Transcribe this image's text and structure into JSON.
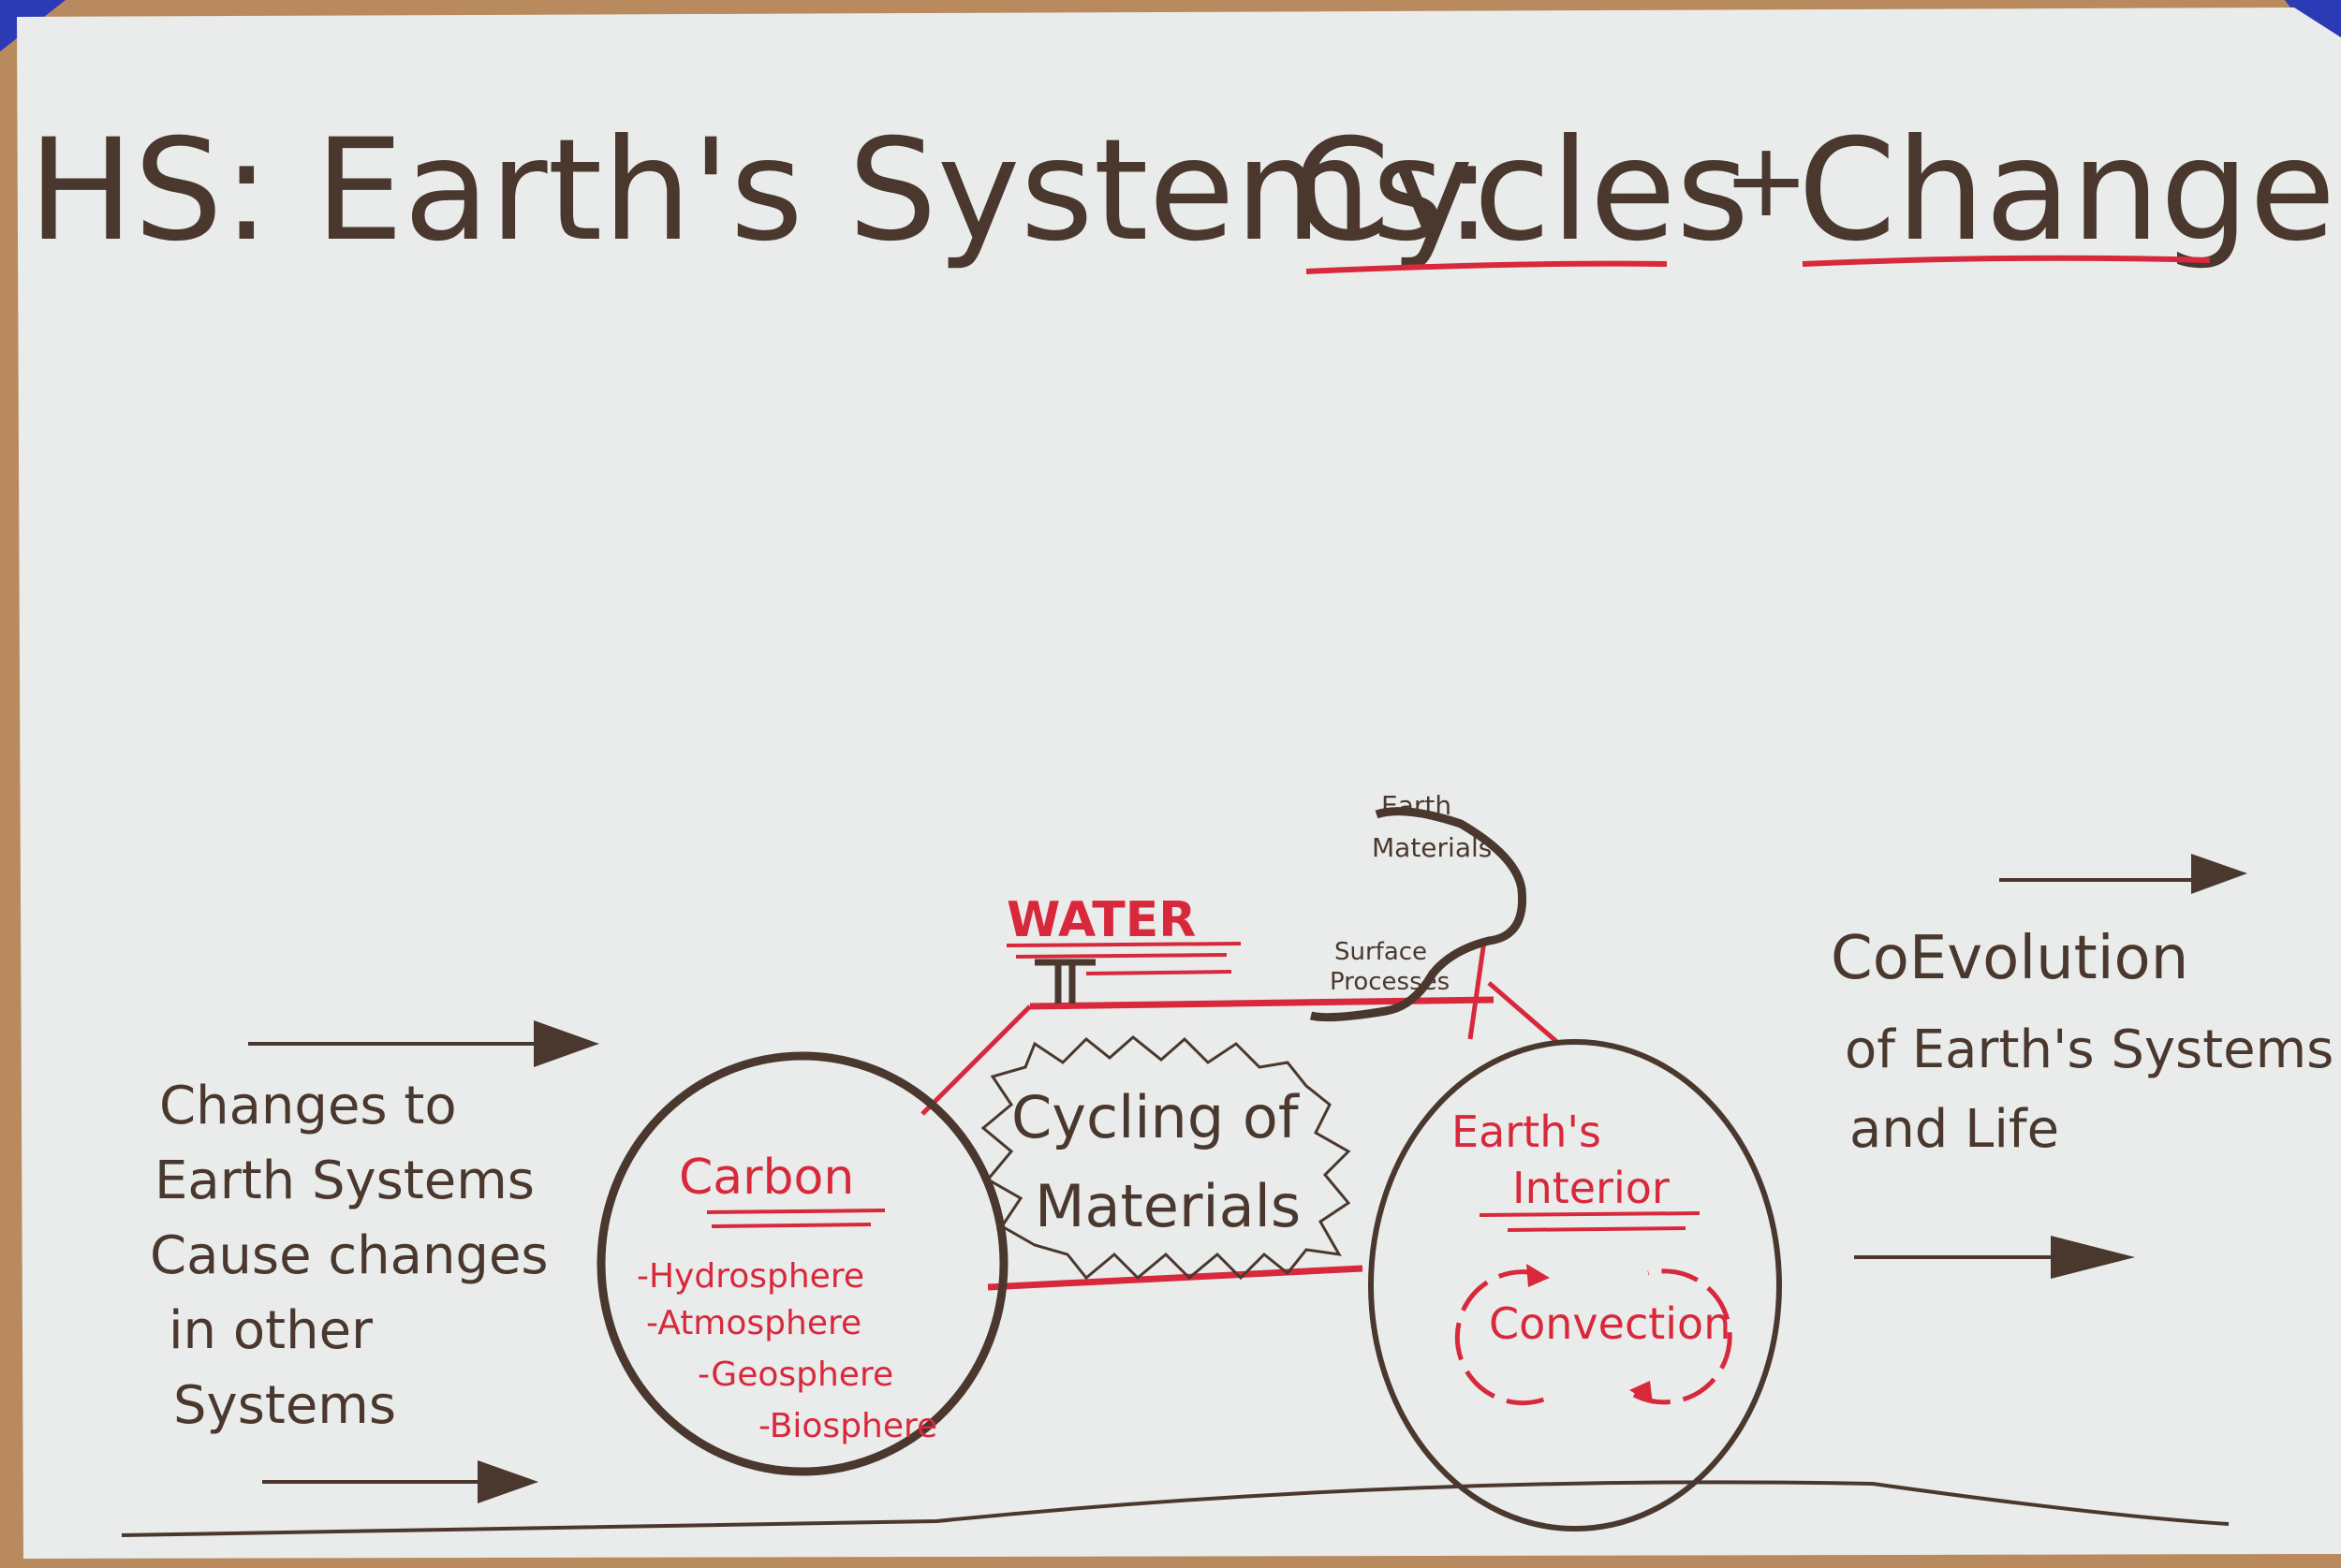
{
  "title": {
    "prefix": "HS: Earth's Systems:",
    "word1": "Cycles",
    "joiner": "+",
    "word2": "Changes"
  },
  "left_note": {
    "lines": [
      "Changes to",
      "Earth Systems",
      "Cause changes",
      "in other",
      "Systems"
    ]
  },
  "right_note": {
    "lines": [
      "CoEvolution",
      "of Earth's Systems",
      "and Life"
    ]
  },
  "bicycle": {
    "seat_top": [
      "Earth",
      "Materials"
    ],
    "seat_post": [
      "Surface",
      "Processes"
    ],
    "handlebar_label": "WATER",
    "frame_center": [
      "Cycling of",
      "Materials"
    ],
    "back_wheel": {
      "title": "Carbon",
      "items": [
        "-Hydrosphere",
        "-Atmosphere",
        "-Geosphere",
        "-Biosphere"
      ]
    },
    "front_wheel": {
      "title": [
        "Earth's",
        "Interior"
      ],
      "center": "Convection"
    }
  },
  "colors": {
    "ink_brown": "#4a382e",
    "marker_red": "#d8283c",
    "paper": "#e9ecea",
    "background_cork": "#b88a5e",
    "tape_blue": "#2a3bb5"
  }
}
